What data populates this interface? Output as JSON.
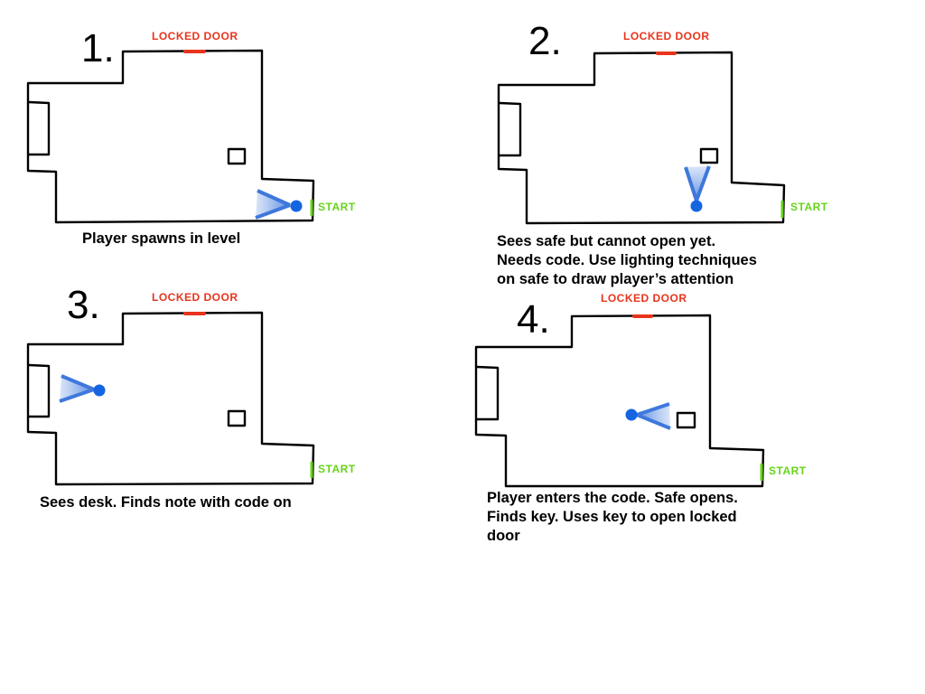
{
  "colors": {
    "wall": "#000000",
    "locked_door": "#e8341c",
    "start": "#66d41a",
    "player": "#1565e0",
    "view_cone": "#4f86e0"
  },
  "labels": {
    "locked_door": "LOCKED DOOR",
    "start": "START"
  },
  "panels": [
    {
      "number": "1.",
      "caption": [
        "Player spawns in level"
      ]
    },
    {
      "number": "2.",
      "caption": [
        "Sees safe but cannot open yet.",
        "Needs code. Use lighting techniques",
        "on safe to draw player’s attention"
      ]
    },
    {
      "number": "3.",
      "caption": [
        "Sees desk. Finds note with code on"
      ]
    },
    {
      "number": "4.",
      "caption": [
        "Player enters the code. Safe opens.",
        "Finds key. Uses key to open locked",
        "door"
      ]
    }
  ]
}
